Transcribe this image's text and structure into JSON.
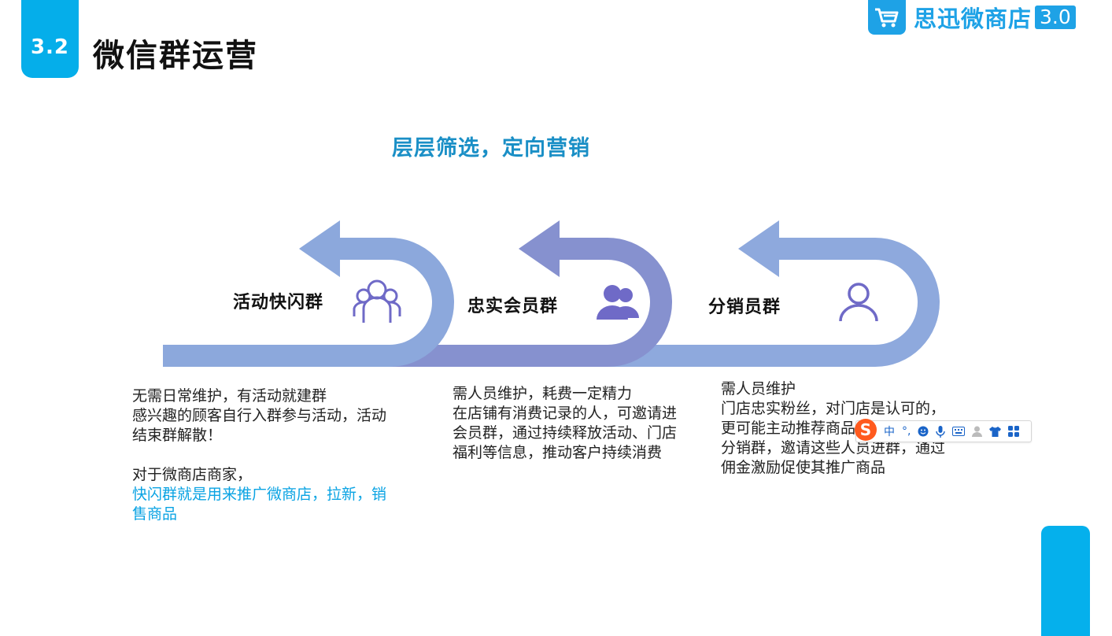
{
  "header": {
    "section_number": "3.2",
    "title": "微信群运营"
  },
  "logo": {
    "name": "思迅微商店",
    "version": "3.0",
    "icon": "cart-icon"
  },
  "subtitle": "层层筛选，定向营销",
  "stages": [
    {
      "label": "活动快闪群",
      "icon": "group-outline-icon",
      "description": [
        "无需日常维护，有活动就建群",
        "感兴趣的顾客自行入群参与活动，活动",
        "结束群解散！"
      ],
      "note_intro": "对于微商店商家，",
      "note_highlight": [
        "快闪群就是用来推广微商店，拉新，销",
        "售商品"
      ]
    },
    {
      "label": "忠实会员群",
      "icon": "group-solid-icon",
      "description": [
        "需人员维护，耗费一定精力",
        "在店铺有消费记录的人，可邀请进",
        "会员群，通过持续释放活动、门店",
        "福利等信息，推动客户持续消费"
      ]
    },
    {
      "label": "分销员群",
      "icon": "person-outline-icon",
      "description": [
        "需人员维护",
        "门店忠实粉丝，对门店是认可的，",
        "更可能主动推荐商品，邀请这些",
        "分销群，邀请这些人员进群，通过",
        "佣金激励促使其推广商品"
      ]
    }
  ],
  "ime_toolbar": {
    "logo": "S",
    "mode": "中",
    "punct": "°,",
    "icons": [
      "emoji-icon",
      "microphone-icon",
      "keyboard-icon",
      "user-icon",
      "skin-shirt-icon",
      "toolbox-icon"
    ]
  },
  "colors": {
    "accent": "#05aeea",
    "title_blue": "#1a8fc6",
    "highlight": "#0aa3e3",
    "arrow_light": "#8aa6dc",
    "arrow_dark": "#8691cf",
    "icon_purple": "#6f6ac7"
  }
}
